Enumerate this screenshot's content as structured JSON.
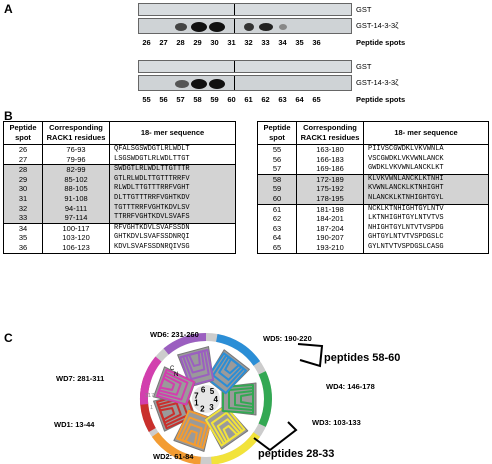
{
  "panels": {
    "a": "A",
    "b": "B",
    "c": "C"
  },
  "blots": {
    "top": {
      "gst_label": "GST",
      "gst1433_label": "GST-14-3-3ζ",
      "peptide_label": "Peptide spots",
      "spots": [
        "26",
        "27",
        "28",
        "29",
        "30",
        "31",
        "32",
        "33",
        "34",
        "35",
        "36"
      ]
    },
    "bottom": {
      "gst_label": "GST",
      "gst1433_label": "GST-14-3-3ζ",
      "peptide_label": "Peptide spots",
      "spots": [
        "55",
        "56",
        "57",
        "58",
        "59",
        "60",
        "61",
        "62",
        "63",
        "64",
        "65"
      ]
    }
  },
  "table_left": {
    "headers": [
      "Peptide spot",
      "Corresponding RACK1 residues",
      "18- mer sequence"
    ],
    "rows": [
      {
        "spot": "26",
        "residues": "76-93",
        "seq": "QFALSGSWDGTLRLWDLT"
      },
      {
        "spot": "27",
        "residues": "79-96",
        "seq": "LSGSWDGTLRLWDLTTGT"
      },
      {
        "spot": "28",
        "residues": "82-99",
        "seq": "SWDGTLRLWDLTTGTTTR"
      },
      {
        "spot": "29",
        "residues": "85-102",
        "seq": "GTLRLWDLTTGTTTRRFV"
      },
      {
        "spot": "30",
        "residues": "88-105",
        "seq": "RLWDLTTGTTTRRFVGHT"
      },
      {
        "spot": "31",
        "residues": "91-108",
        "seq": "DLTTGTTTRRFVGHTKDV"
      },
      {
        "spot": "32",
        "residues": "94-111",
        "seq": "TGTTTRRFVGHTKDVLSV"
      },
      {
        "spot": "33",
        "residues": "97-114",
        "seq": "TTRRFVGHTKDVLSVAFS"
      },
      {
        "spot": "34",
        "residues": "100-117",
        "seq": "RFVGHTKDVLSVAFSSDN"
      },
      {
        "spot": "35",
        "residues": "103-120",
        "seq": "GHTKDVLSVAFSSDNRQI"
      },
      {
        "spot": "36",
        "residues": "106-123",
        "seq": "KDVLSVAFSSDNRQIVSG"
      }
    ]
  },
  "table_right": {
    "headers": [
      "Peptide spot",
      "Corresponding RACK1 residues",
      "18- mer sequence"
    ],
    "rows": [
      {
        "spot": "55",
        "residues": "163-180",
        "seq": "PIIVSCGWDKLVKVWNLA"
      },
      {
        "spot": "56",
        "residues": "166-183",
        "seq": "VSCGWDKLVKVWNLANCK"
      },
      {
        "spot": "57",
        "residues": "169-186",
        "seq": "GWDKLVKVWNLANCKLKT"
      },
      {
        "spot": "58",
        "residues": "172-189",
        "seq": "KLVKVWNLANCKLKTNHI"
      },
      {
        "spot": "59",
        "residues": "175-192",
        "seq": "KVWNLANCKLKTNHIGHT"
      },
      {
        "spot": "60",
        "residues": "178-195",
        "seq": "NLANCKLKTNHIGHTGYL"
      },
      {
        "spot": "61",
        "residues": "181-198",
        "seq": "NCKLKTNHIGHTGYLNTV"
      },
      {
        "spot": "62",
        "residues": "184-201",
        "seq": "LKTNHIGHTGYLNTVTVS"
      },
      {
        "spot": "63",
        "residues": "187-204",
        "seq": "NHIGHTGYLNTVTVSPDG"
      },
      {
        "spot": "64",
        "residues": "190-207",
        "seq": "GHTGYLNTVTVSPDGSLC"
      },
      {
        "spot": "65",
        "residues": "193-210",
        "seq": "GYLNTVTVSPDGSLCASG"
      }
    ]
  },
  "diagram": {
    "wd_labels": {
      "wd1": "WD1: 13-44",
      "wd2": "WD2: 61-84",
      "wd3": "WD3: 103-133",
      "wd4": "WD4: 146-178",
      "wd5": "WD5: 190-220",
      "wd6": "WD6: 231-260",
      "wd7": "WD7: 281-311"
    },
    "peptides_upper": "peptides 58-60",
    "peptides_lower": "peptides 28-33",
    "blade_numbers": [
      "1",
      "2",
      "3",
      "4",
      "5",
      "6",
      "7"
    ],
    "c_term": "C",
    "n_term": "N",
    "n_index": "1",
    "c_index": "317",
    "colors": {
      "wd1": "#c9302c",
      "wd2": "#f39c32",
      "wd3": "#f2e33a",
      "wd4": "#33a853",
      "wd5": "#2b8ed6",
      "wd6": "#9b5fc0",
      "wd7": "#d23fae"
    }
  }
}
